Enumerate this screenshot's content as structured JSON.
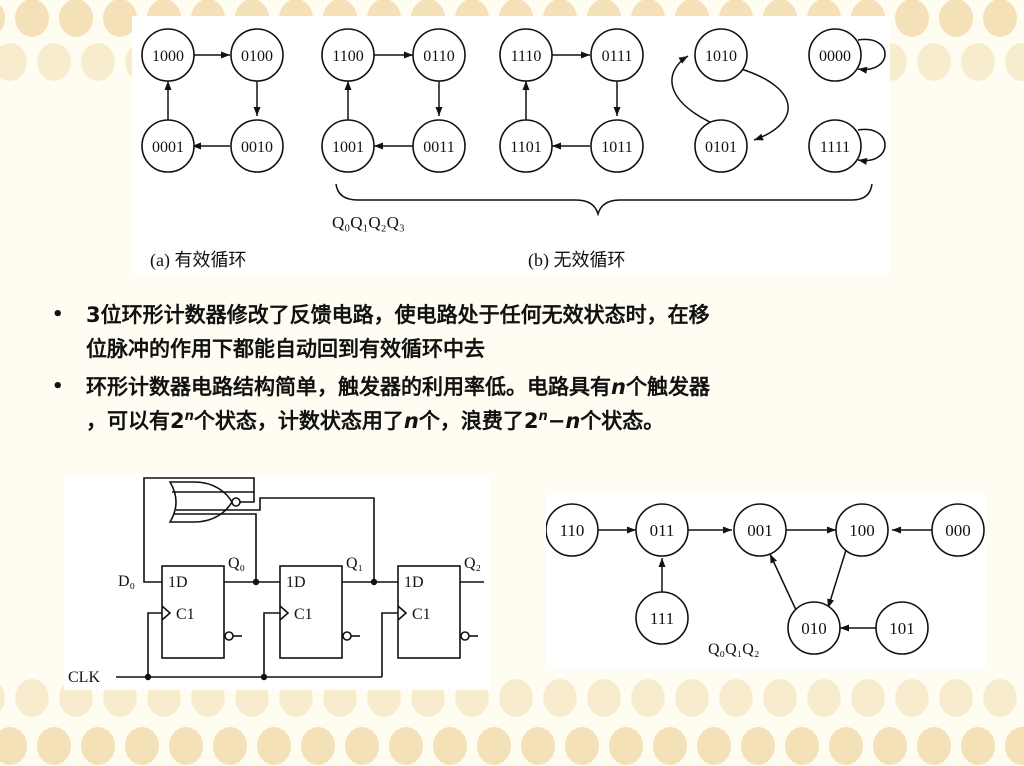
{
  "top_diagram": {
    "valid_cycle": [
      "1000",
      "0100",
      "0010",
      "0001"
    ],
    "invalid_cycles": [
      [
        "1100",
        "0110",
        "0011",
        "1001"
      ],
      [
        "1110",
        "0111",
        "1011",
        "1101"
      ],
      [
        "1010",
        "0101"
      ],
      [
        "0000"
      ],
      [
        "1111"
      ]
    ],
    "state_label": "Q₀Q₁Q₂Q₃",
    "caption_a": "(a)  有效循环",
    "caption_b": "(b)  无效循环"
  },
  "bullets": [
    {
      "l1": "3位环形计数器修改了反馈电路，使电路处于任何无效状态时，在移",
      "l2": "位脉冲的作用下都能自动回到有效循环中去"
    },
    {
      "l1a": "环形计数器电路结构简单，触发器的利用率低。电路具有",
      "l1n": "n",
      "l1b": "个触发器",
      "l2a": "，可以有2",
      "l2sup": "n",
      "l2b": "个状态，计数状态用了",
      "l2n": "n",
      "l2c": "个，浪费了2",
      "l2sup2": "n",
      "l2d": "−",
      "l2n2": "n",
      "l2e": "个状态。"
    }
  ],
  "circuit": {
    "clk_label": "CLK",
    "d0_label": "D₀",
    "q_labels": [
      "Q₀",
      "Q₁",
      "Q₂"
    ],
    "ff_d_label": "1D",
    "ff_c_label": "C1"
  },
  "state_diagram": {
    "states": [
      "110",
      "011",
      "001",
      "100",
      "000",
      "111",
      "010",
      "101"
    ],
    "state_label": "Q₀Q₁Q₂"
  },
  "colors": {
    "background": "#fffdf2",
    "bubble": "#f3deb0",
    "ink": "#111111"
  }
}
